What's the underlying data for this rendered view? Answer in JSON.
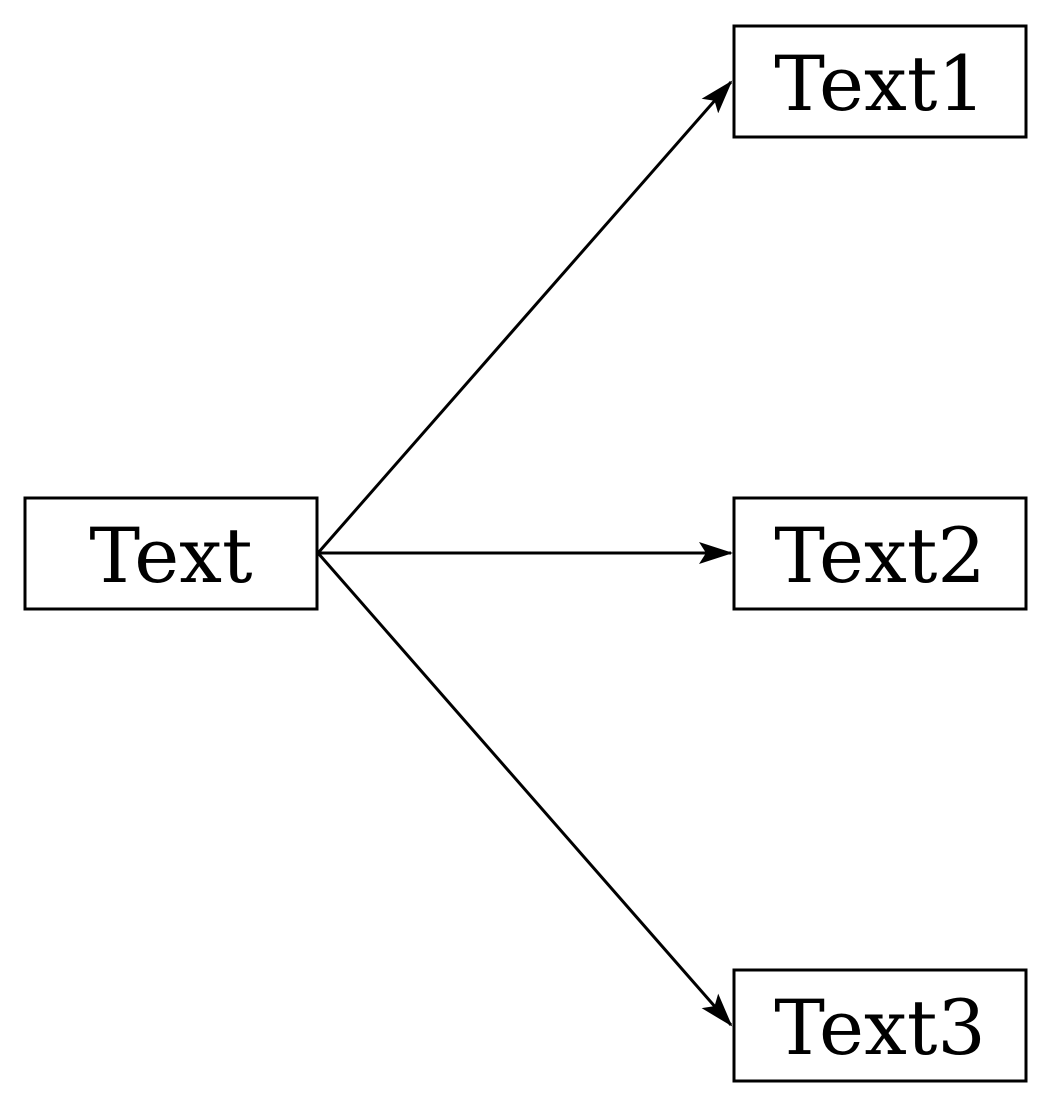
{
  "nodes": {
    "source": {
      "label": "Text"
    },
    "target1": {
      "label": "Text1"
    },
    "target2": {
      "label": "Text2"
    },
    "target3": {
      "label": "Text3"
    }
  },
  "edges": [
    {
      "from": "Text",
      "to": "Text1"
    },
    {
      "from": "Text",
      "to": "Text2"
    },
    {
      "from": "Text",
      "to": "Text3"
    }
  ],
  "colors": {
    "stroke": "#000000",
    "background": "#ffffff"
  }
}
